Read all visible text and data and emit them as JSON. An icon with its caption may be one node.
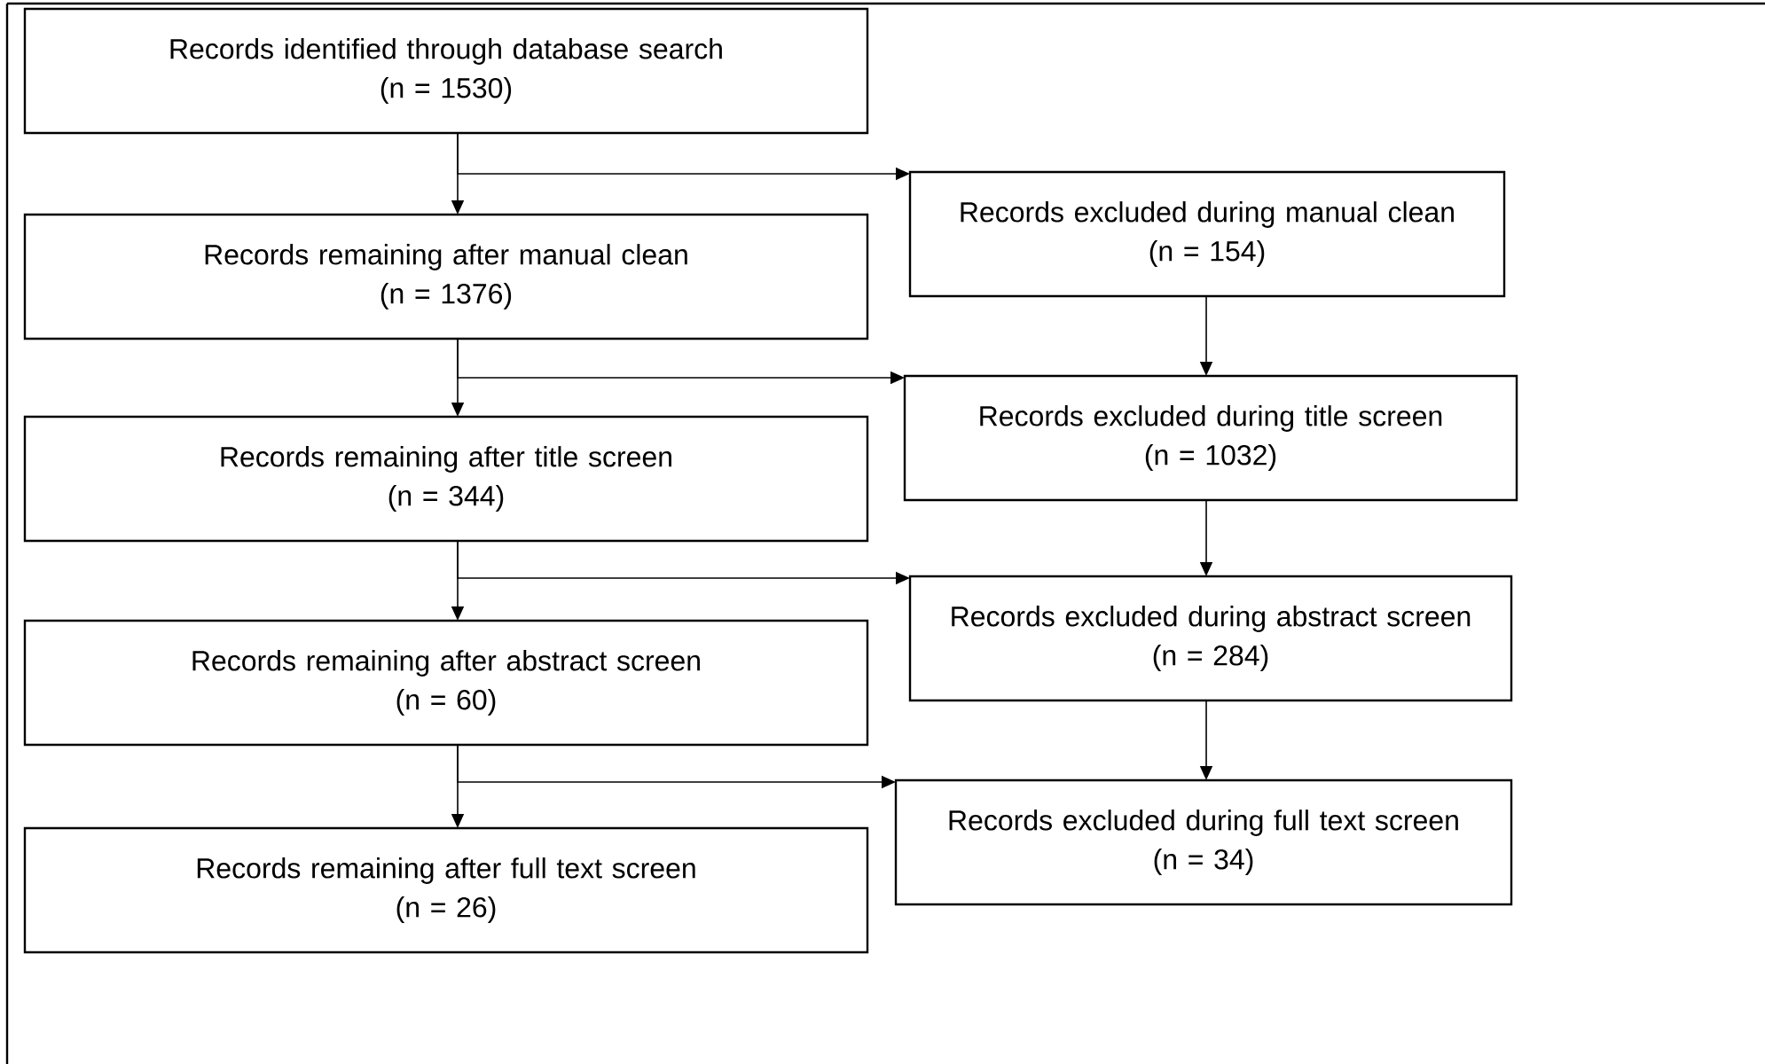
{
  "diagram": {
    "nodes": [
      {
        "text": [
          "Records identified through database search",
          "(n = 1530)"
        ]
      },
      {
        "text": [
          "Records remaining after manual clean",
          "(n = 1376)"
        ]
      },
      {
        "text": [
          "Records remaining after title screen",
          "(n = 344)"
        ]
      },
      {
        "text": [
          "Records remaining after abstract screen",
          "(n = 60)"
        ]
      },
      {
        "text": [
          "Records remaining after full text screen",
          "(n = 26)"
        ]
      },
      {
        "text": [
          "Records excluded during manual clean",
          "(n = 154)"
        ]
      },
      {
        "text": [
          "Records excluded during title screen",
          "(n = 1032)"
        ]
      },
      {
        "text": [
          "Records excluded during abstract screen",
          "(n = 284)"
        ]
      },
      {
        "text": [
          "Records excluded during full text screen",
          "(n = 34)"
        ]
      }
    ],
    "edges": [
      {
        "from": 0,
        "to": 1,
        "arrow": "to"
      },
      {
        "from": 0,
        "to": 5,
        "arrow": "to"
      },
      {
        "from": 1,
        "to": 2,
        "arrow": "to"
      },
      {
        "from": 1,
        "to": 6,
        "arrow": "to"
      },
      {
        "from": 2,
        "to": 3,
        "arrow": "to"
      },
      {
        "from": 2,
        "to": 7,
        "arrow": "to"
      },
      {
        "from": 3,
        "to": 4,
        "arrow": "to"
      },
      {
        "from": 3,
        "to": 8,
        "arrow": "to"
      },
      {
        "from": 5,
        "to": 6,
        "arrow": "to"
      },
      {
        "from": 6,
        "to": 7,
        "arrow": "to"
      },
      {
        "from": 7,
        "to": 8,
        "arrow": "to"
      }
    ]
  }
}
